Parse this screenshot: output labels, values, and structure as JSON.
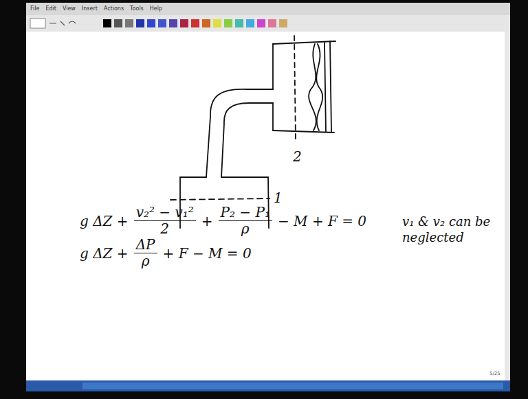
{
  "diagram": {
    "labels": [
      "File",
      "Edit",
      "View",
      "Insert",
      "Actions",
      "Tools",
      "Help",
      "2",
      "1",
      "g ΔZ +",
      "v₂² − v₁²",
      "2",
      "+",
      "P₂ − P₁",
      "ρ",
      "− M + F = 0",
      "g ΔZ +",
      "ΔP",
      "ρ",
      "+ F − M = 0",
      "v₁ & v₂ can be neglected",
      "5/25"
    ]
  }
}
